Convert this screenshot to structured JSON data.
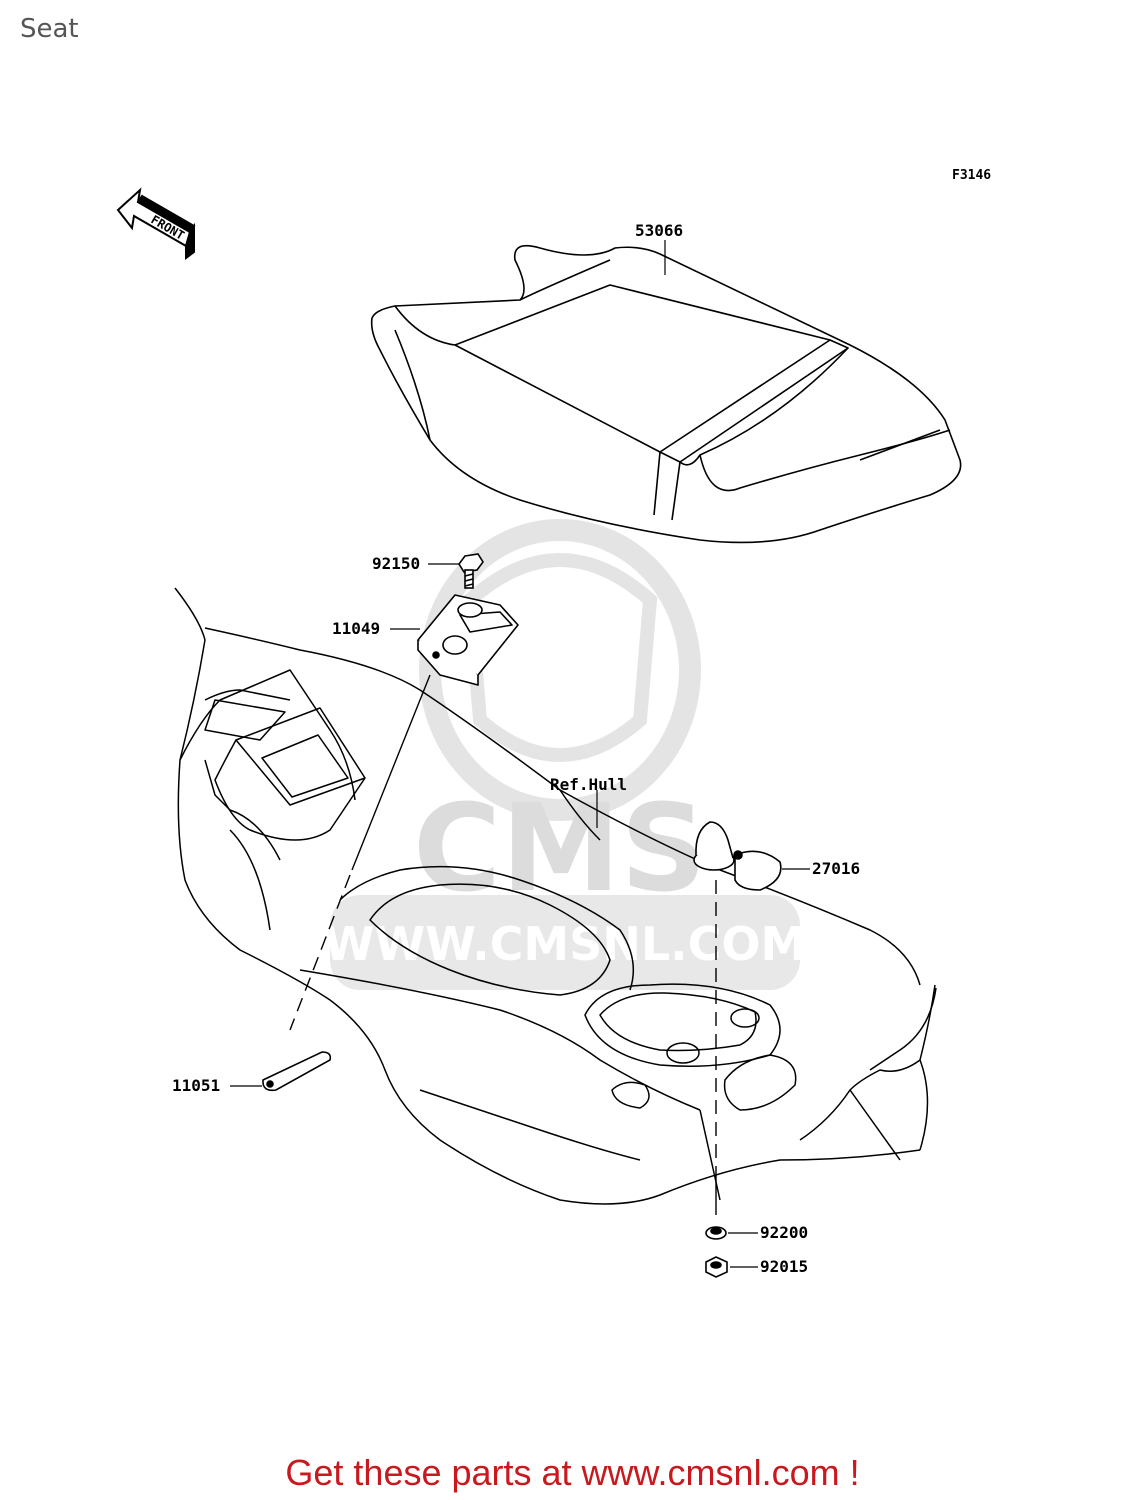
{
  "page": {
    "title": "Seat",
    "figure_code": "F3146"
  },
  "watermark": {
    "brand": "CMS",
    "url": "WWW.CMSNL.COM"
  },
  "front_arrow": {
    "label": "FRONT"
  },
  "callouts": {
    "seat": "53066",
    "bolt": "92150",
    "bracket": "11049",
    "ref_hull": "Ref.Hull",
    "stopper": "27016",
    "plate": "11051",
    "washer": "92200",
    "nut": "92015"
  },
  "footer": {
    "text": "Get these parts at www.cmsnl.com !"
  },
  "colors": {
    "footer": "#c8191e",
    "title": "#555555",
    "lines": "#000000",
    "watermark": "#d9d9d9"
  }
}
